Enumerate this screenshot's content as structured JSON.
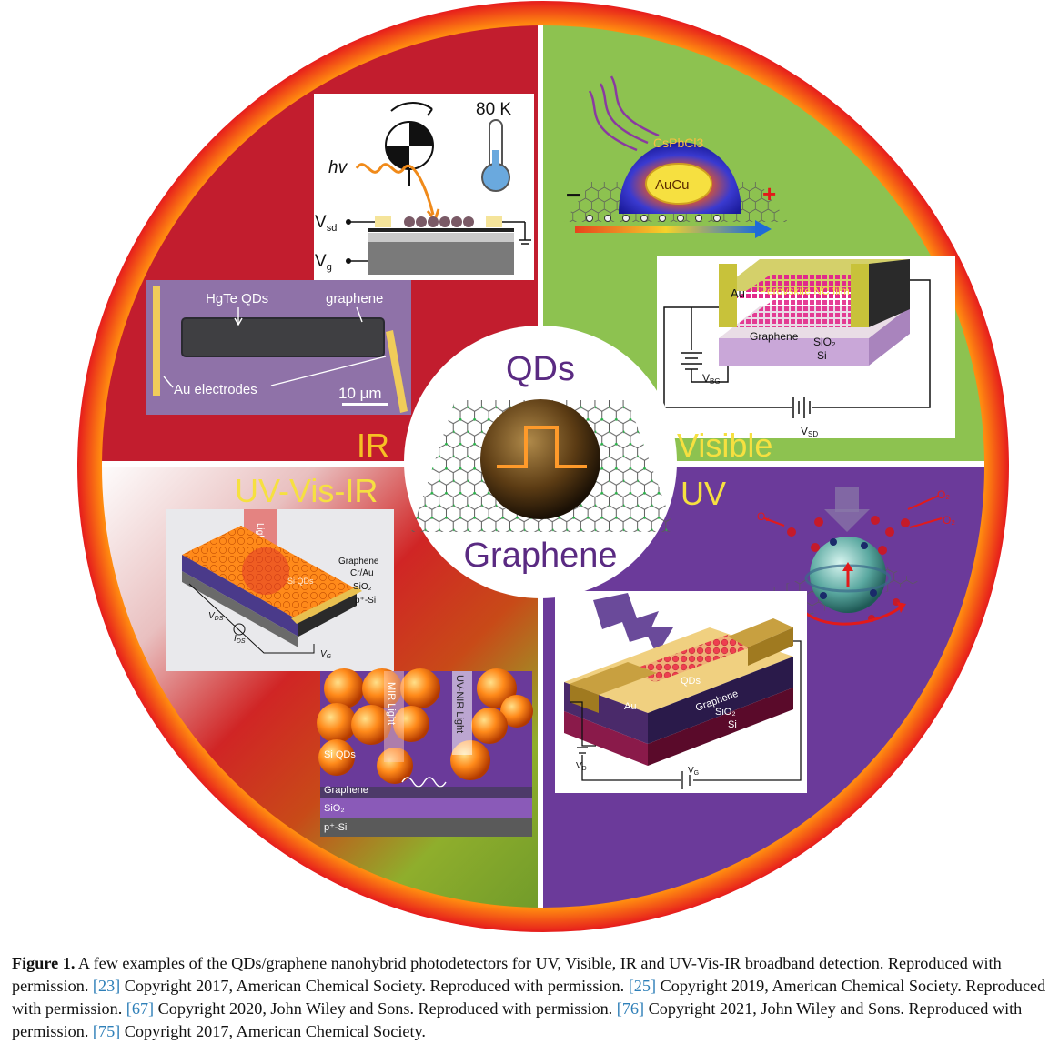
{
  "figure": {
    "center": {
      "top": "QDs",
      "bottom": "Graphene"
    },
    "quadrants": {
      "ir": "IR",
      "visible": "Visible",
      "uv": "UV",
      "uvvisir": "UV-Vis-IR"
    },
    "ir_panel_a": {
      "temp": "80 K",
      "hv": "hv",
      "vsd": "V",
      "vsd_sub": "sd",
      "vg": "V",
      "vg_sub": "g"
    },
    "ir_panel_b": {
      "qd_label": "HgTe QDs",
      "graphene_label": "graphene",
      "electrode_label": "Au electrodes",
      "scale": "10 μm"
    },
    "visible_panel_a": {
      "material": "CsPbCl3",
      "core": "AuCu",
      "minus": "−",
      "plus": "+"
    },
    "visible_panel_b": {
      "au": "Au",
      "film": "Perovskite NC film",
      "graphene": "Graphene",
      "sio2": "SiO₂",
      "si": "Si",
      "vbg": "V",
      "vbg_sub": "BG",
      "vsd": "V",
      "vsd_sub": "SD"
    },
    "uvvisir_panel_a": {
      "light": "Light",
      "qds": "Si QDs",
      "graphene": "Graphene",
      "crau": "Cr/Au",
      "sio2": "SiO₂",
      "psi": "p⁺-Si",
      "vds": "V",
      "vds_sub": "DS",
      "ids": "I",
      "ids_sub": "DS",
      "vg": "V",
      "vg_sub": "G"
    },
    "uvvisir_panel_b": {
      "mir": "MIR Light",
      "uvnir": "UV-NIR Light",
      "qds": "Si QDs",
      "graphene": "Graphene",
      "sio2": "SiO₂",
      "psi": "p⁺-Si"
    },
    "uv_panel_a": {
      "o2": "O₂"
    },
    "uv_panel_b": {
      "qds": "QDs",
      "au": "Au",
      "graphene": "Graphene",
      "sio2": "SiO₂",
      "si": "Si",
      "vd": "V",
      "vd_sub": "D",
      "vg": "V",
      "vg_sub": "G"
    }
  },
  "caption": {
    "label": "Figure 1.",
    "t1": " A few examples of the QDs/graphene nanohybrid photodetectors for UV, Visible, IR and UV-Vis-IR broadband detection. Reproduced with permission. ",
    "r1": "[23]",
    "t2": " Copyright 2017, American Chemical Society. Reproduced with permission. ",
    "r2": "[25]",
    "t3": " Copyright 2019, American Chemical Society. Reproduced with permission. ",
    "r3": "[67]",
    "t4": " Copyright 2020, John Wiley and Sons. Reproduced with permission. ",
    "r4": "[76]",
    "t5": " Copyright 2021, John Wiley and Sons. Reproduced with permission. ",
    "r5": "[75]",
    "t6": " Copyright 2017, American Chemical Society."
  }
}
